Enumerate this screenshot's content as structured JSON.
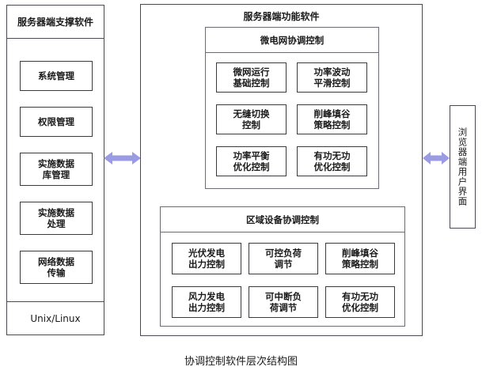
{
  "diagram": {
    "caption": "协调控制软件层次结构图",
    "accent_arrow_color": "#9b9be4",
    "box_border_color": "#3a3a3f",
    "panel_border_color": "#4a4a52"
  },
  "left_panel": {
    "title": "服务器端支撑软件",
    "os_label": "Unix/Linux",
    "items": [
      {
        "label": "系统管理"
      },
      {
        "label": "权限管理"
      },
      {
        "label": "实施数据\n库管理"
      },
      {
        "label": "实施数据\n处理"
      },
      {
        "label": "网络数据\n传输"
      }
    ]
  },
  "center_panel": {
    "title": "服务器端功能软件",
    "microgrid_group": {
      "title": "微电网协调控制",
      "cells": [
        {
          "label": "微网运行\n基础控制"
        },
        {
          "label": "功率波动\n平滑控制"
        },
        {
          "label": "无缝切换\n控制"
        },
        {
          "label": "削峰填谷\n策略控制"
        },
        {
          "label": "功率平衡\n优化控制"
        },
        {
          "label": "有功无功\n优化控制"
        }
      ]
    },
    "area_group": {
      "title": "区域设备协调控制",
      "cells": [
        {
          "label": "光伏发电\n出力控制"
        },
        {
          "label": "可控负荷\n调节"
        },
        {
          "label": "削峰填谷\n策略控制"
        },
        {
          "label": "风力发电\n出力控制"
        },
        {
          "label": "可中断负\n荷调节"
        },
        {
          "label": "有功无功\n优化控制"
        }
      ]
    }
  },
  "right_panel": {
    "label": "浏览器端用户界面"
  },
  "connectors": [
    {
      "name": "support-to-function",
      "type": "double-headed-arrow"
    },
    {
      "name": "function-to-browser",
      "type": "double-headed-arrow"
    }
  ]
}
